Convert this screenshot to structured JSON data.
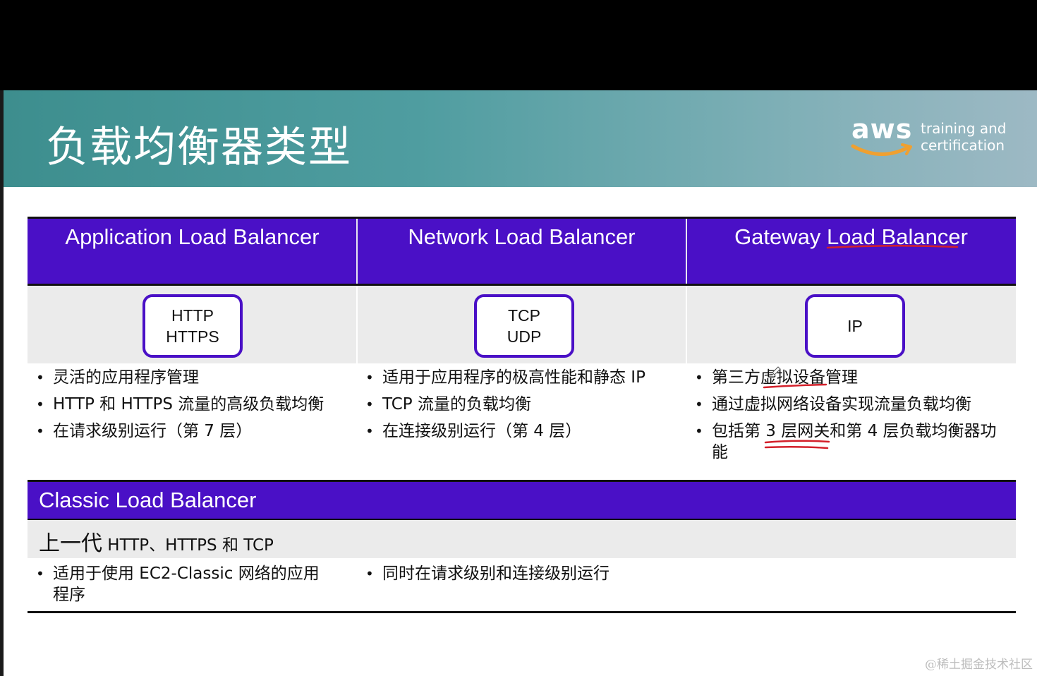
{
  "slide": {
    "title": "负载均衡器类型",
    "brand": {
      "logo_word": "aws",
      "tag_line1": "training and",
      "tag_line2": "certification",
      "smile_color": "#f0a030"
    },
    "accent_color": "#4a10c6",
    "columns": [
      {
        "header": "Application Load Balancer",
        "protocols": [
          "HTTP",
          "HTTPS"
        ],
        "bullets": [
          "灵活的应用程序管理",
          "HTTP 和 HTTPS 流量的高级负载均衡",
          "在请求级别运行（第 7 层）"
        ]
      },
      {
        "header": "Network Load Balancer",
        "protocols": [
          "TCP",
          "UDP"
        ],
        "bullets": [
          "适用于应用程序的极高性能和静态 IP",
          "TCP 流量的负载均衡",
          "在连接级别运行（第 4 层）"
        ]
      },
      {
        "header": "Gateway Load Balancer",
        "protocols": [
          "IP"
        ],
        "bullets": [
          "第三方虚拟设备管理",
          "通过虚拟网络设备实现流量负载均衡",
          "包括第 3 层网关和第 4 层负载均衡器功能"
        ]
      }
    ],
    "classic": {
      "header": "Classic Load Balancer",
      "sub_big": "上一代",
      "sub_small": " HTTP、HTTPS 和 TCP",
      "bullets_left": [
        "适用于使用 EC2-Classic 网络的应用程序"
      ],
      "bullets_right": [
        "同时在请求级别和连接级别运行"
      ]
    },
    "annotation_color": "#d3202a"
  },
  "watermark": "@稀土掘金技术社区"
}
